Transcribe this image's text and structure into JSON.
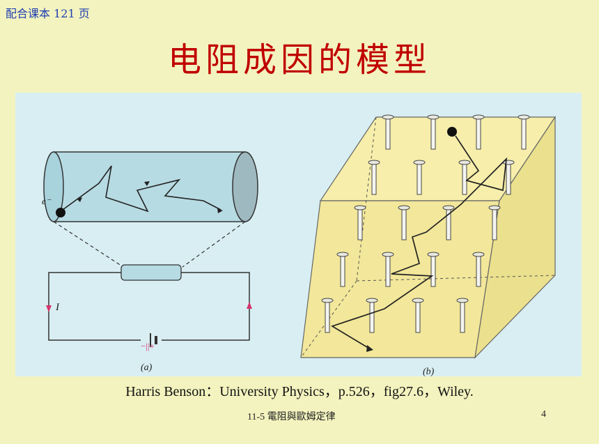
{
  "header": {
    "note": "配合课本 121 页",
    "title": "电阻成因的模型"
  },
  "figure": {
    "electron_label": "e⁻",
    "current_label": "I",
    "battery_label": "−||+",
    "label_a": "(a)",
    "label_b": "(b)"
  },
  "caption": "Harris Benson：University Physics，p.526，fig27.6，Wiley.",
  "footer": {
    "text": "11-5 電阻與歐姆定律",
    "page": "4"
  },
  "colors": {
    "background": "#f3f3bf",
    "title": "#c00000",
    "note": "#1f3fb0",
    "figure_bg": "#d8eef2",
    "lattice_fill": "#f6eeaa",
    "cylinder": "#b7dbe3"
  }
}
